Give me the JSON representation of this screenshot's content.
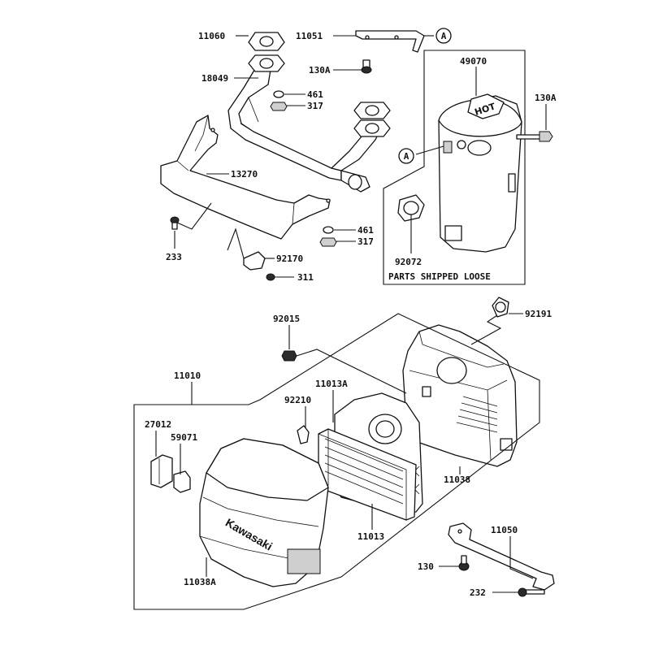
{
  "labels": {
    "p11060": "11060",
    "p11051": "11051",
    "pA_top": "A",
    "p130A_a": "130A",
    "p49070": "49070",
    "p130A_b": "130A",
    "p18049": "18049",
    "p461_a": "461",
    "p317_a": "317",
    "pA_muffler": "A",
    "p13270": "13270",
    "p461_b": "461",
    "p317_b": "317",
    "p233": "233",
    "p92170": "92170",
    "p311": "311",
    "p92072": "92072",
    "shipped_loose": "PARTS SHIPPED LOOSE",
    "p92191": "92191",
    "p92015": "92015",
    "p11010": "11010",
    "p11013A": "11013A",
    "p92210": "92210",
    "p27012": "27012",
    "p59071": "59071",
    "p11038": "11038",
    "p11013": "11013",
    "p11050": "11050",
    "p130": "130",
    "p11038A": "11038A",
    "p232": "232"
  },
  "decals": {
    "brand": "Kawasaki",
    "hot": "HOT"
  },
  "colors": {
    "line": "#111111",
    "background": "#ffffff",
    "shade": "#cfcfcf"
  }
}
